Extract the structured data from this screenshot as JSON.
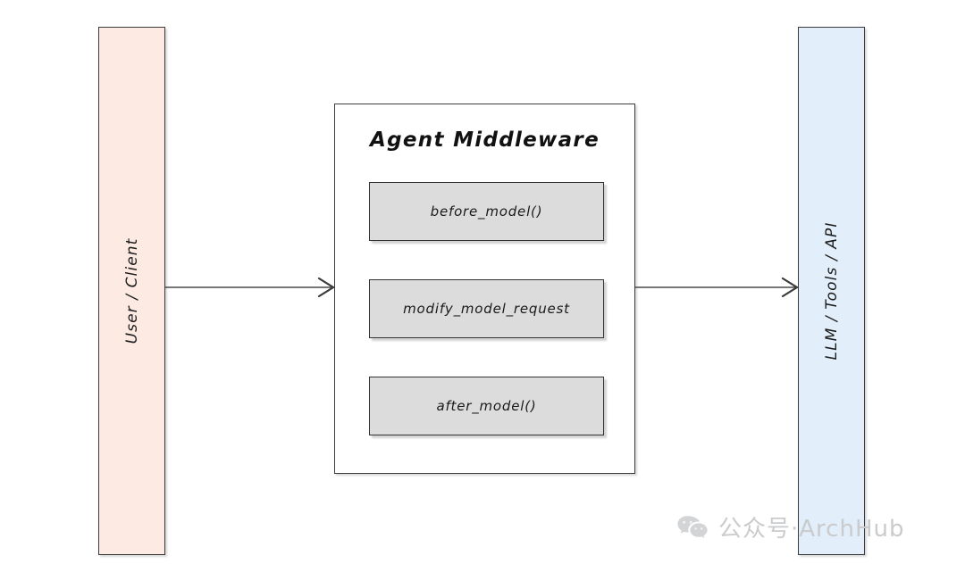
{
  "diagram": {
    "lanes": [
      {
        "id": "user-client",
        "label": "User / Client",
        "color": "#fceae3"
      },
      {
        "id": "llm-tools-api",
        "label": "LLM / Tools / API",
        "color": "#e2eef9"
      }
    ],
    "middleware": {
      "title": "Agent Middleware",
      "fill": "#ffffff",
      "hooks": [
        {
          "id": "before-model",
          "label": "before_model()"
        },
        {
          "id": "modify-model-request",
          "label": "modify_model_request"
        },
        {
          "id": "after-model",
          "label": "after_model()"
        }
      ],
      "hook_fill": "#dcdcdc"
    },
    "arrows": [
      {
        "id": "user-to-middleware",
        "from": "User / Client",
        "to": "Agent Middleware",
        "style": "open-arrowhead",
        "color": "#4a4a4a"
      },
      {
        "id": "middleware-to-llm",
        "from": "Agent Middleware",
        "to": "LLM / Tools / API",
        "style": "open-arrowhead",
        "color": "#4a4a4a"
      }
    ]
  },
  "watermark": {
    "icon": "wechat-icon",
    "text": "公众号·ArchHub",
    "color": "#c9cbcd"
  }
}
